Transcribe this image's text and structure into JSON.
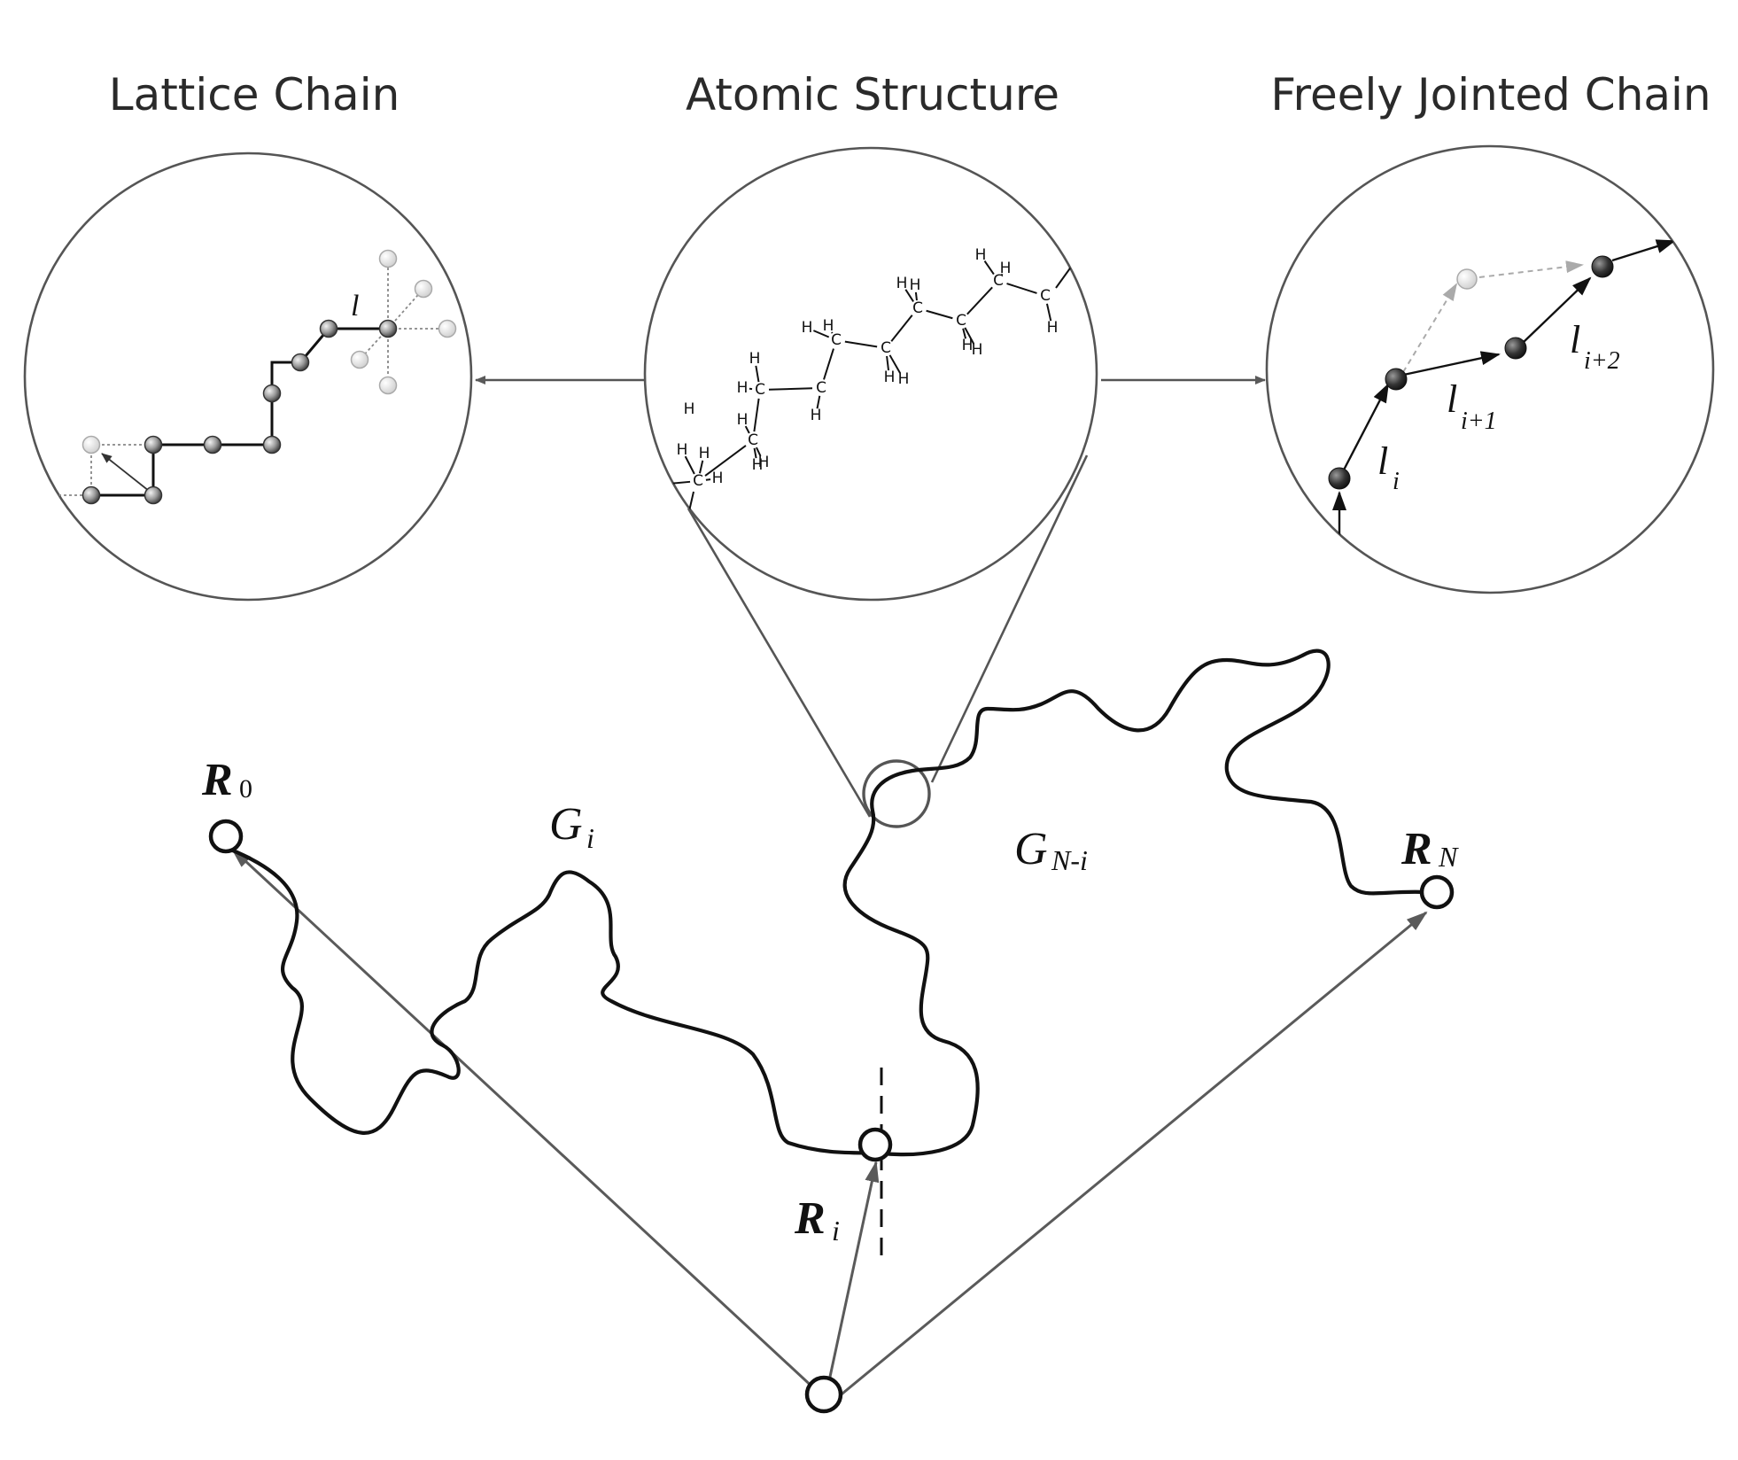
{
  "titles": {
    "lattice": "Lattice Chain",
    "atomic": "Atomic Structure",
    "freely": "Freely Jointed Chain"
  },
  "lattice_bond_label": "l",
  "atom_labels": {
    "carbon": "C",
    "hydrogen": "H"
  },
  "fjc_labels": {
    "l_i": {
      "base": "l",
      "sub": "i"
    },
    "l_i1": {
      "base": "l",
      "sub": "i+1"
    },
    "l_i2": {
      "base": "l",
      "sub": "i+2"
    }
  },
  "chain_labels": {
    "R0": {
      "base": "R",
      "sub": "0"
    },
    "RN": {
      "base": "R",
      "sub": "N"
    },
    "Ri": {
      "base": "R",
      "sub": "i"
    },
    "Gi": {
      "base": "G",
      "sub": "i"
    },
    "GNi": {
      "base": "G",
      "sub": "N-i"
    }
  },
  "colors": {
    "outline": "#555555",
    "chain": "#111111",
    "vector": "#5a5a5a",
    "ghost": "#aaaaaa"
  }
}
